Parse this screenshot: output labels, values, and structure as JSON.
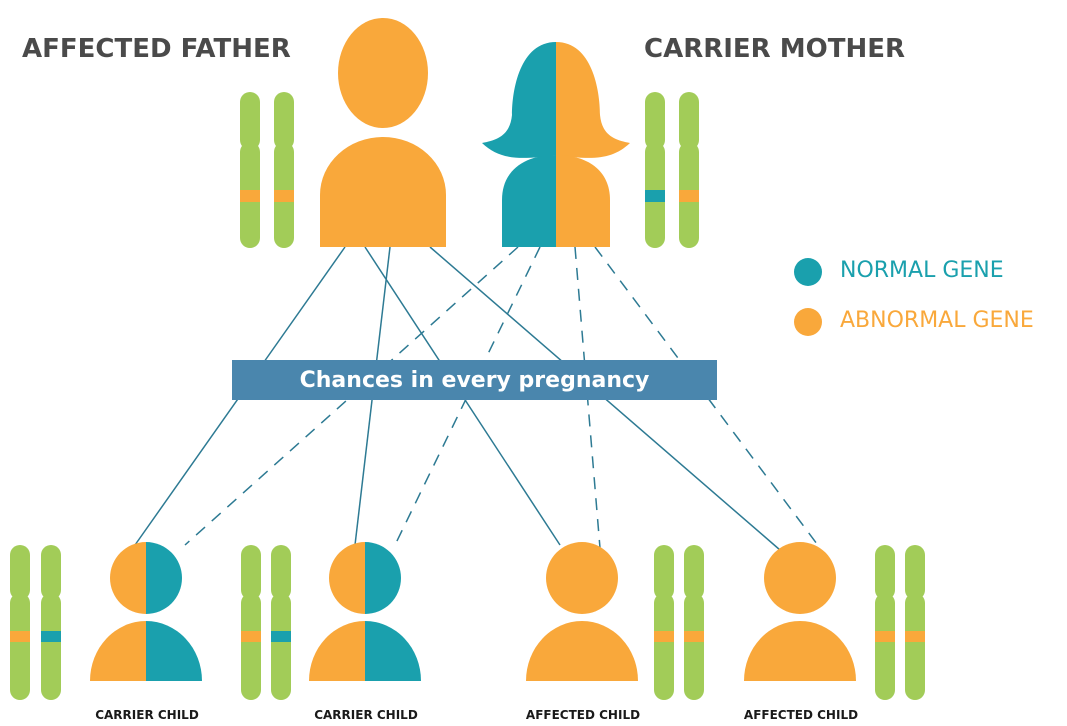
{
  "parents": {
    "father": {
      "label": "AFFECTED FATHER"
    },
    "mother": {
      "label": "CARRIER MOTHER"
    }
  },
  "banner": {
    "text": "Chances in every pregnancy"
  },
  "legend": {
    "normal": {
      "label": "NORMAL GENE",
      "color": "#1aa0ad"
    },
    "abnormal": {
      "label": "ABNORMAL GENE",
      "color": "#f9a83b"
    }
  },
  "children": [
    {
      "label": "CARRIER CHILD"
    },
    {
      "label": "CARRIER CHILD"
    },
    {
      "label": "AFFECTED CHILD"
    },
    {
      "label": "AFFECTED CHILD"
    }
  ],
  "colors": {
    "chromosome": "#a2cc58",
    "line": "#2d7a93"
  }
}
